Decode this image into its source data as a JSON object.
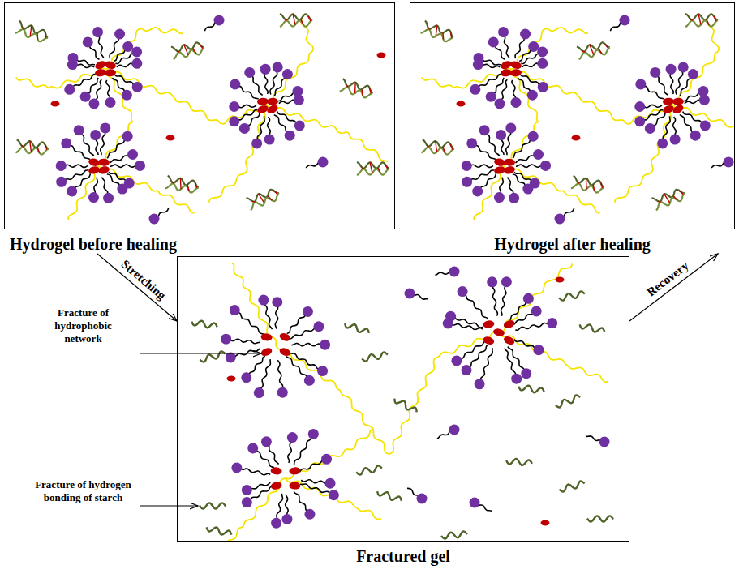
{
  "diagram": {
    "nodes": [
      {
        "text": [
          "Hydrogel before healing"
        ]
      },
      {
        "text": [
          "Hydrogel after healing"
        ]
      },
      {
        "text": [
          "Fractured gel"
        ]
      }
    ],
    "edges": [
      {
        "from": 0,
        "to": 2,
        "arrow": "to",
        "label": "Stretching"
      },
      {
        "from": 2,
        "to": 1,
        "arrow": "to",
        "label": "Recovery"
      }
    ],
    "labels": [
      "Fracture of hydrophobic network",
      "Fracture of hydrogen bonding of starch"
    ]
  }
}
